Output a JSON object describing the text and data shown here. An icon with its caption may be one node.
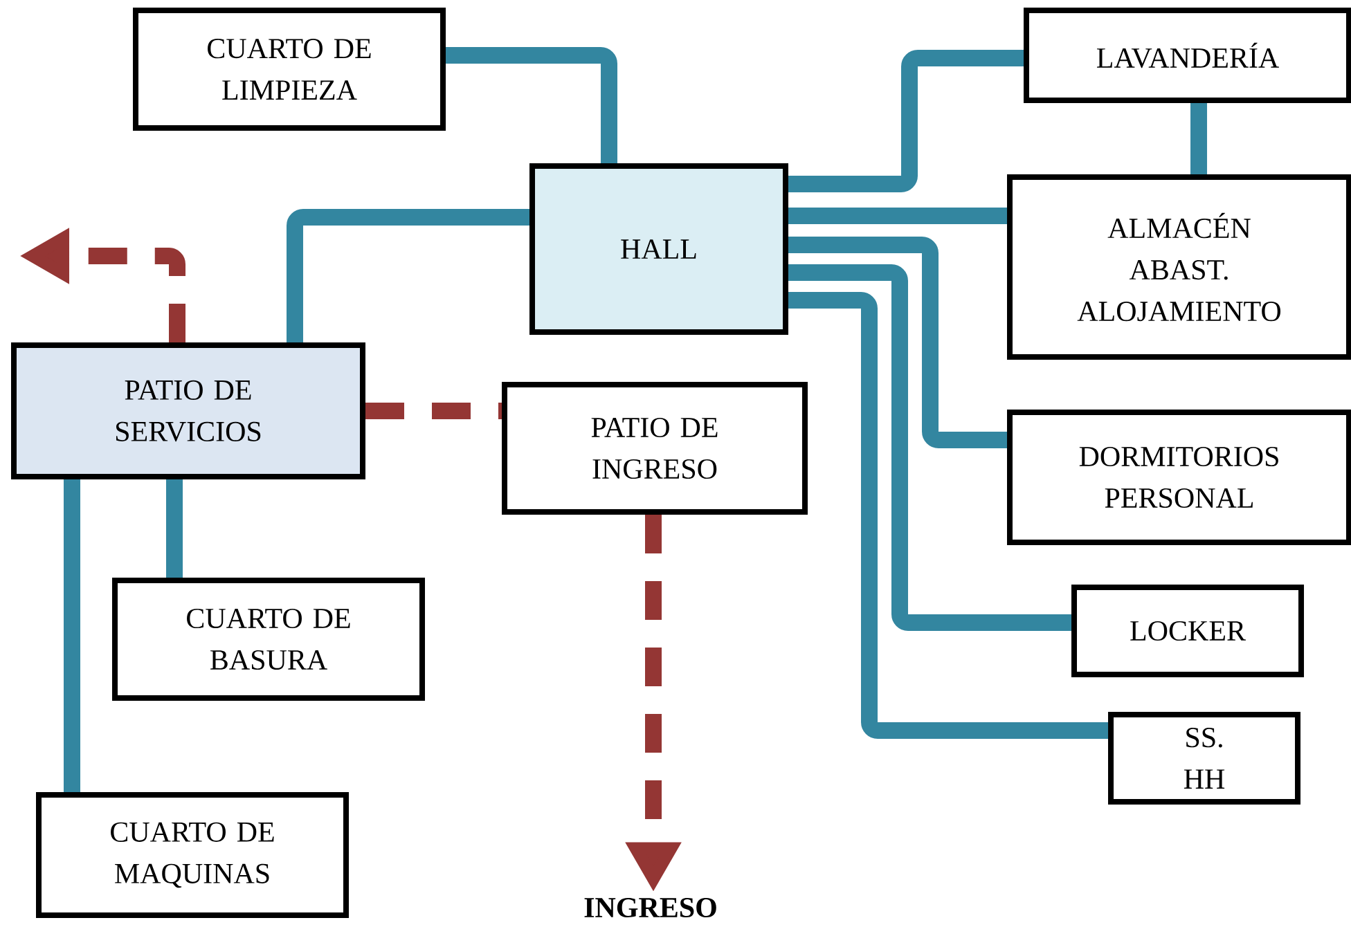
{
  "diagram": {
    "nodes": [
      {
        "text": [
          "CUARTO DE LIMPIEZA"
        ]
      },
      {
        "text": [
          "HALL"
        ]
      },
      {
        "text": [
          "LAVANDERÍA"
        ]
      },
      {
        "text": [
          "ALMACÉN ABAST. ALOJAMIENTO"
        ]
      },
      {
        "text": [
          "PATIO DE SERVICIOS"
        ]
      },
      {
        "text": [
          "PATIO DE INGRESO"
        ]
      },
      {
        "text": [
          "DORMITORIOS PERSONAL"
        ]
      },
      {
        "text": [
          "LOCKER"
        ]
      },
      {
        "text": [
          "CUARTO DE BASURA"
        ]
      },
      {
        "text": [
          "SS. HH"
        ]
      },
      {
        "text": [
          "CUARTO DE MAQUINAS"
        ]
      },
      {
        "text": [
          "INGRESO"
        ]
      }
    ],
    "edges": [
      {
        "from": 0,
        "to": 1,
        "arrow": "none"
      },
      {
        "from": 1,
        "to": 4,
        "arrow": "none"
      },
      {
        "from": 1,
        "to": 2,
        "arrow": "none"
      },
      {
        "from": 1,
        "to": 3,
        "arrow": "none"
      },
      {
        "from": 1,
        "to": 6,
        "arrow": "none"
      },
      {
        "from": 1,
        "to": 7,
        "arrow": "none"
      },
      {
        "from": 1,
        "to": 9,
        "arrow": "none"
      },
      {
        "from": 2,
        "to": 3,
        "arrow": "none"
      },
      {
        "from": 4,
        "to": 8,
        "arrow": "none"
      },
      {
        "from": 4,
        "to": 10,
        "arrow": "none"
      },
      {
        "from": 4,
        "to": 5,
        "arrow": "none",
        "style": "dashed",
        "color": "#943634"
      },
      {
        "from": 5,
        "to": 11,
        "arrow": "to",
        "style": "dashed",
        "color": "#943634"
      },
      {
        "from": 4,
        "to": null,
        "arrow": "to",
        "style": "dashed",
        "color": "#943634"
      }
    ]
  }
}
